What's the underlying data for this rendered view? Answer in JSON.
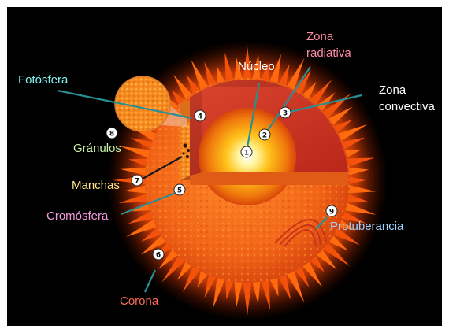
{
  "labels": {
    "nucleo": "Núcleo",
    "zona_radiativa_1": "Zona",
    "zona_radiativa_2": "radiativa",
    "zona_convectiva_1": "Zona",
    "zona_convectiva_2": "convectiva",
    "fotosfera": "Fotósfera",
    "granulos": "Gránulos",
    "manchas": "Manchas",
    "cromosfera": "Cromósfera",
    "protuberancia": "Protuberancia",
    "corona": "Corona"
  },
  "markers": {
    "m1": "1",
    "m2": "2",
    "m3": "3",
    "m4": "4",
    "m5": "5",
    "m6": "6",
    "m7": "7",
    "m8": "8",
    "m9": "9"
  },
  "colors": {
    "background": "#000000",
    "leader_line": "#2a8f93",
    "label_white": "#ffffff",
    "label_zona_radiativa": "#ff8aa4",
    "label_zona_convectiva": "#ffffff",
    "label_fotosfera": "#7ff0ee",
    "label_granulos": "#c8f0a8",
    "label_manchas": "#ffe58a",
    "label_cromosfera": "#f59adf",
    "label_protuberancia": "#9ed2ff",
    "label_corona": "#ff6a5a"
  }
}
